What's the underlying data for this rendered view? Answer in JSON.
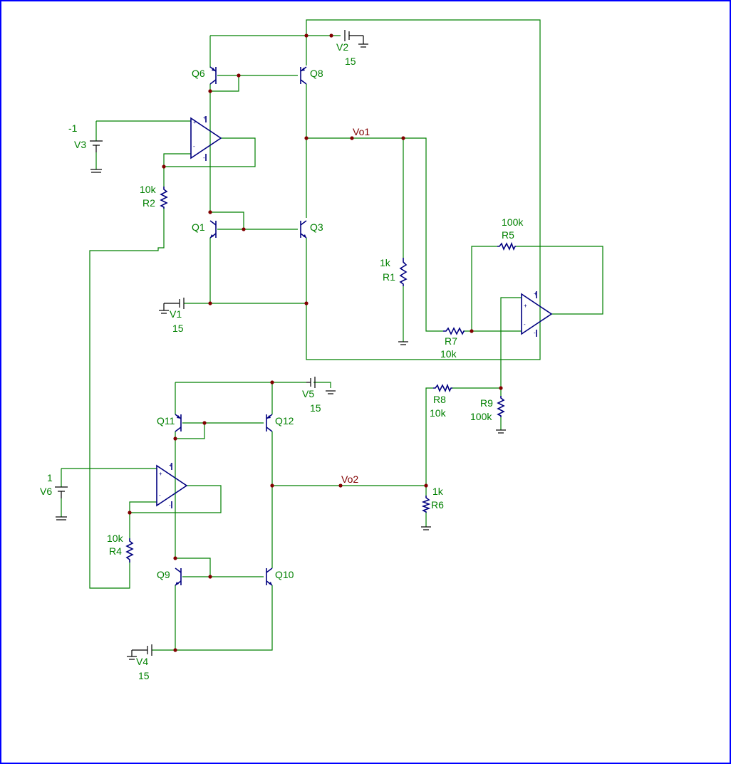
{
  "colors": {
    "border": "#0000ff",
    "wire": "#008000",
    "component": "#000080",
    "junction": "#800000",
    "net_label": "#800000"
  },
  "components": {
    "Q6": {
      "ref": "Q6"
    },
    "Q8": {
      "ref": "Q8"
    },
    "Q1": {
      "ref": "Q1"
    },
    "Q3": {
      "ref": "Q3"
    },
    "Q11": {
      "ref": "Q11"
    },
    "Q12": {
      "ref": "Q12"
    },
    "Q9": {
      "ref": "Q9"
    },
    "Q10": {
      "ref": "Q10"
    },
    "V1": {
      "ref": "V1",
      "value": "15"
    },
    "V2": {
      "ref": "V2",
      "value": "15"
    },
    "V3": {
      "ref": "V3",
      "value": "-1"
    },
    "V4": {
      "ref": "V4",
      "value": "15"
    },
    "V5": {
      "ref": "V5",
      "value": "15"
    },
    "V6": {
      "ref": "V6",
      "value": "1"
    },
    "R1": {
      "ref": "R1",
      "value": "1k"
    },
    "R2": {
      "ref": "R2",
      "value": "10k"
    },
    "R4": {
      "ref": "R4",
      "value": "10k"
    },
    "R5": {
      "ref": "R5",
      "value": "100k"
    },
    "R6": {
      "ref": "R6",
      "value": "1k"
    },
    "R7": {
      "ref": "R7",
      "value": "10k"
    },
    "R8": {
      "ref": "R8",
      "value": "10k"
    },
    "R9": {
      "ref": "R9",
      "value": "100k"
    }
  },
  "nets": {
    "vo1": "Vo1",
    "vo2": "Vo2"
  },
  "opamp_pins": {
    "plus": "+",
    "minus": "-"
  }
}
